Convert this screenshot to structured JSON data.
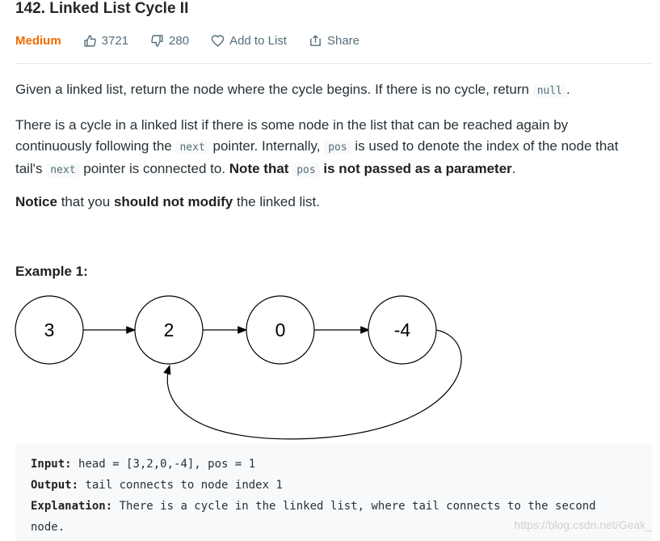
{
  "problem": {
    "title": "142. Linked List Cycle II",
    "difficulty": "Medium",
    "likes": "3721",
    "dislikes": "280",
    "add_to_list": "Add to List",
    "share": "Share",
    "colors": {
      "difficulty": "#ef6c00",
      "meta": "#546e7a"
    }
  },
  "description": {
    "p1_text": "Given a linked list, return the node where the cycle begins. If there is no cycle, return",
    "p1_code": "null",
    "p1_end": ".",
    "p2_a": "There is a cycle in a linked list if there is some node in the list that can be reached again by continuously following the",
    "p2_code1": "next",
    "p2_b": "pointer. Internally,",
    "p2_code2": "pos",
    "p2_c": "is used to denote the index of the node that tail's",
    "p2_code3": "next",
    "p2_d": "pointer is connected to.",
    "p2_bold1": "Note that",
    "p2_code4": "pos",
    "p2_bold2": "is not passed as a parameter",
    "p2_end": ".",
    "p3_bold1": "Notice",
    "p3_a": "that you",
    "p3_bold2": "should not modify",
    "p3_b": "the linked list."
  },
  "example": {
    "title": "Example 1:",
    "nodes": [
      "3",
      "2",
      "0",
      "-4"
    ],
    "input_label": "Input:",
    "input_value": "head = [3,2,0,-4], pos = 1",
    "output_label": "Output:",
    "output_value": "tail connects to node index 1",
    "explanation_label": "Explanation:",
    "explanation_value": "There is a cycle in the linked list, where tail connects to the second",
    "explanation_cont": "node."
  },
  "watermark": "https://blog.csdn.net/Geak_"
}
